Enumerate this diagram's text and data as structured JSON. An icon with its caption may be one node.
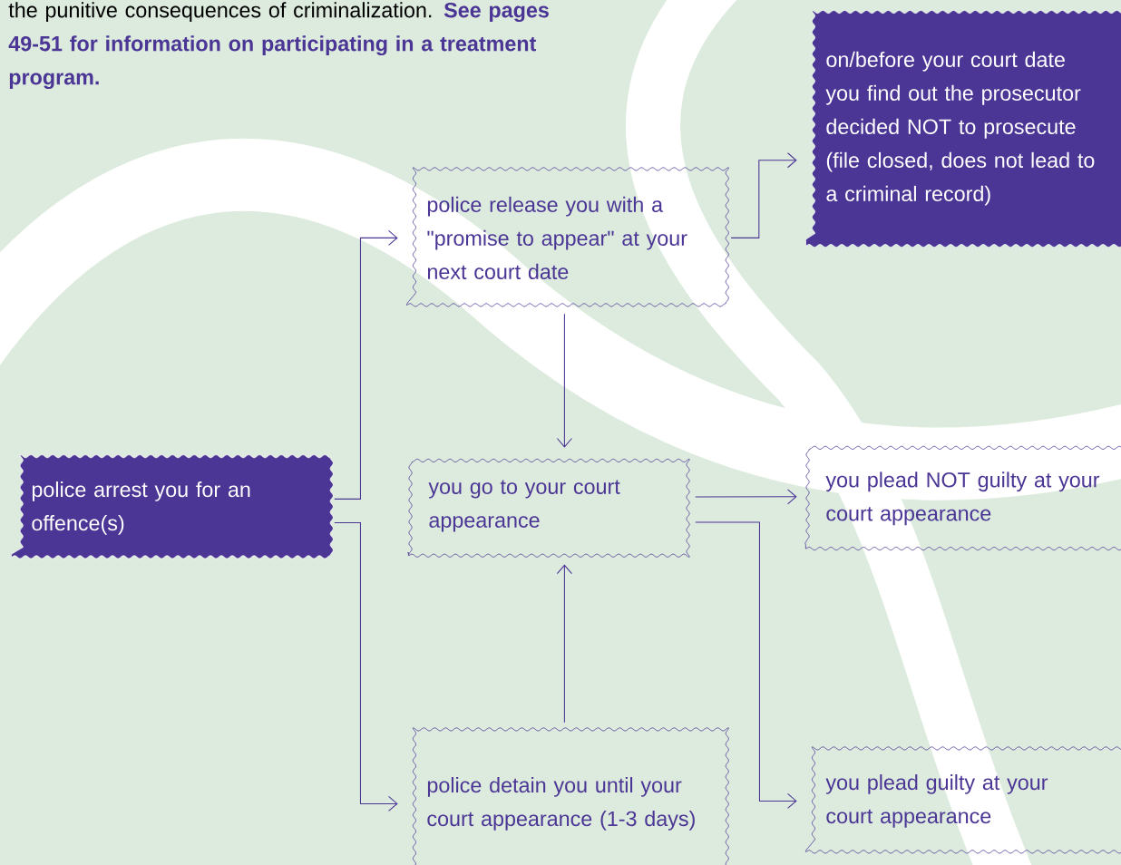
{
  "diagram": {
    "nodes": [
      {
        "text": [
          "on/before your court date you find out the prosecutor decided NOT to prosecute (file closed, does not lead to a criminal record)"
        ]
      },
      {
        "text": [
          "police release you with a \"promise to appear\" at your next court date"
        ]
      },
      {
        "text": [
          "police arrest you for an offence(s)"
        ]
      },
      {
        "text": [
          "you go to your court appearance"
        ]
      },
      {
        "text": [
          "you plead NOT guilty at your court appearance"
        ]
      },
      {
        "text": [
          "police detain you until your court appearance (1-3 days)"
        ]
      },
      {
        "text": [
          "you plead guilty at your court appearance"
        ]
      }
    ],
    "edges": [
      {
        "from": 2,
        "to": 1,
        "arrow": "to"
      },
      {
        "from": 2,
        "to": 5,
        "arrow": "to"
      },
      {
        "from": 1,
        "to": 0,
        "arrow": "to"
      },
      {
        "from": 1,
        "to": 3,
        "arrow": "to"
      },
      {
        "from": 5,
        "to": 3,
        "arrow": "to"
      },
      {
        "from": 3,
        "to": 4,
        "arrow": "to"
      },
      {
        "from": 3,
        "to": 6,
        "arrow": "to"
      }
    ],
    "labels": [
      "the punitive consequences of criminalization.",
      "See pages 49-51 for information on participating in a treatment program."
    ]
  }
}
